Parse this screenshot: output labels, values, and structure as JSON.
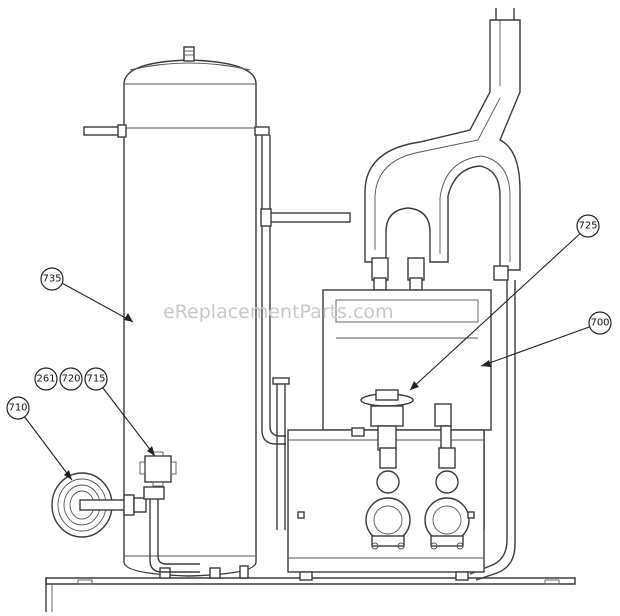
{
  "watermark": "eReplacementParts.com",
  "callouts": {
    "c735": "735",
    "c725": "725",
    "c700": "700",
    "c261": "261",
    "c720": "720",
    "c715": "715",
    "c710": "710"
  }
}
